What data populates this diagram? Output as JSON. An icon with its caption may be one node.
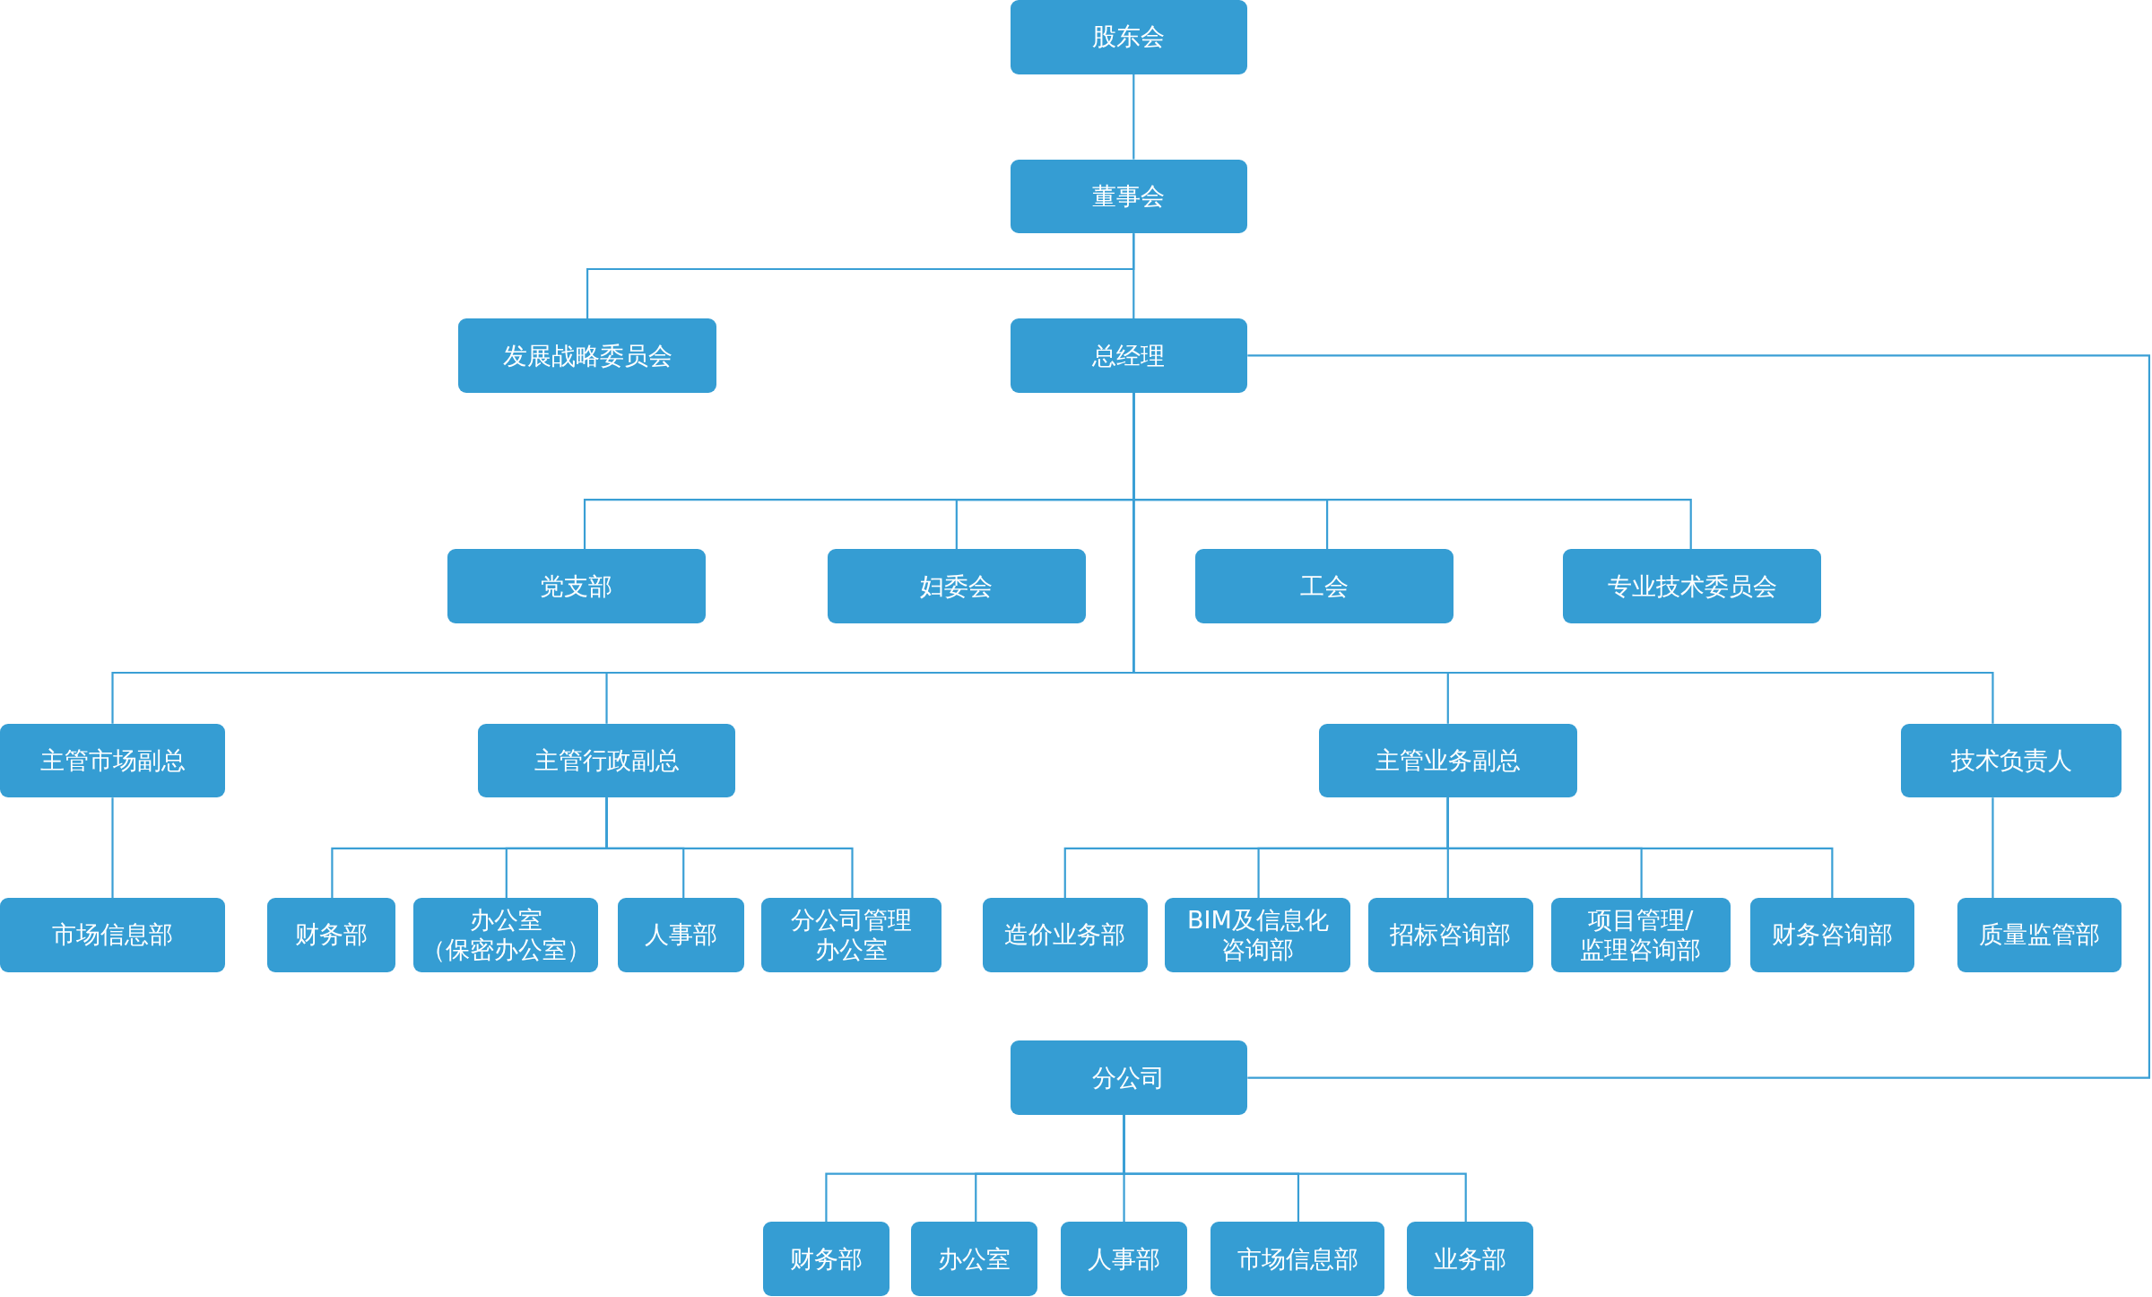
{
  "diagram": {
    "nodes": [
      {
        "text": [
          "股东会"
        ]
      },
      {
        "text": [
          "董事会"
        ]
      },
      {
        "text": [
          "发展战略委员会"
        ]
      },
      {
        "text": [
          "总经理"
        ]
      },
      {
        "text": [
          "党支部"
        ]
      },
      {
        "text": [
          "妇委会"
        ]
      },
      {
        "text": [
          "工会"
        ]
      },
      {
        "text": [
          "专业技术委员会"
        ]
      },
      {
        "text": [
          "主管市场副总"
        ]
      },
      {
        "text": [
          "主管行政副总"
        ]
      },
      {
        "text": [
          "主管业务副总"
        ]
      },
      {
        "text": [
          "技术负责人"
        ]
      },
      {
        "text": [
          "市场信息部"
        ]
      },
      {
        "text": [
          "财务部"
        ]
      },
      {
        "text": [
          "办公室（保密办公室）"
        ]
      },
      {
        "text": [
          "人事部"
        ]
      },
      {
        "text": [
          "分公司管理办公室"
        ]
      },
      {
        "text": [
          "造价业务部"
        ]
      },
      {
        "text": [
          "BIM及信息化咨询部"
        ]
      },
      {
        "text": [
          "招标咨询部"
        ]
      },
      {
        "text": [
          "项目管理/监理咨询部"
        ]
      },
      {
        "text": [
          "财务咨询部"
        ]
      },
      {
        "text": [
          "质量监管部"
        ]
      },
      {
        "text": [
          "分公司"
        ]
      },
      {
        "text": [
          "财务部"
        ]
      },
      {
        "text": [
          "办公室"
        ]
      },
      {
        "text": [
          "人事部"
        ]
      },
      {
        "text": [
          "市场信息部"
        ]
      },
      {
        "text": [
          "业务部"
        ]
      }
    ],
    "edges": [
      {
        "from": 0,
        "to": 1,
        "arrow": "none"
      },
      {
        "from": 1,
        "to": 2,
        "arrow": "none"
      },
      {
        "from": 1,
        "to": 3,
        "arrow": "none"
      },
      {
        "from": 3,
        "to": 4,
        "arrow": "none"
      },
      {
        "from": 3,
        "to": 5,
        "arrow": "none"
      },
      {
        "from": 3,
        "to": 6,
        "arrow": "none"
      },
      {
        "from": 3,
        "to": 7,
        "arrow": "none"
      },
      {
        "from": 3,
        "to": 8,
        "arrow": "none"
      },
      {
        "from": 3,
        "to": 9,
        "arrow": "none"
      },
      {
        "from": 3,
        "to": 10,
        "arrow": "none"
      },
      {
        "from": 3,
        "to": 11,
        "arrow": "none"
      },
      {
        "from": 8,
        "to": 12,
        "arrow": "none"
      },
      {
        "from": 9,
        "to": 13,
        "arrow": "none"
      },
      {
        "from": 9,
        "to": 14,
        "arrow": "none"
      },
      {
        "from": 9,
        "to": 15,
        "arrow": "none"
      },
      {
        "from": 9,
        "to": 16,
        "arrow": "none"
      },
      {
        "from": 10,
        "to": 17,
        "arrow": "none"
      },
      {
        "from": 10,
        "to": 18,
        "arrow": "none"
      },
      {
        "from": 10,
        "to": 19,
        "arrow": "none"
      },
      {
        "from": 10,
        "to": 20,
        "arrow": "none"
      },
      {
        "from": 10,
        "to": 21,
        "arrow": "none"
      },
      {
        "from": 11,
        "to": 22,
        "arrow": "none"
      },
      {
        "from": 3,
        "to": 23,
        "arrow": "none"
      },
      {
        "from": 23,
        "to": 24,
        "arrow": "none"
      },
      {
        "from": 23,
        "to": 25,
        "arrow": "none"
      },
      {
        "from": 23,
        "to": 26,
        "arrow": "none"
      },
      {
        "from": 23,
        "to": 27,
        "arrow": "none"
      },
      {
        "from": 23,
        "to": 28,
        "arrow": "none"
      }
    ]
  }
}
